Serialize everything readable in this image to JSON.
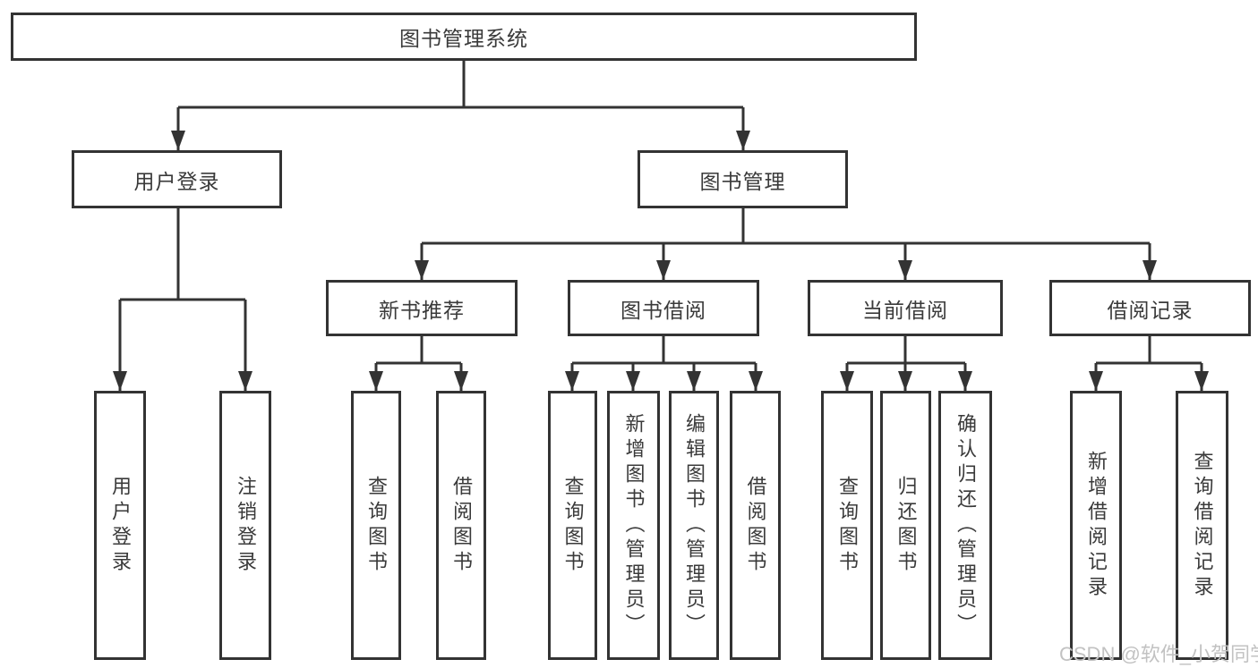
{
  "tree": {
    "root": "图书管理系统",
    "children": [
      {
        "label": "用户登录",
        "children": [
          "用户登录",
          "注销登录"
        ]
      },
      {
        "label": "图书管理",
        "children": [
          {
            "label": "新书推荐",
            "children": [
              "查询图书",
              "借阅图书"
            ]
          },
          {
            "label": "图书借阅",
            "children": [
              "查询图书",
              "新增图书（管理员）",
              "编辑图书（管理员）",
              "借阅图书"
            ]
          },
          {
            "label": "当前借阅",
            "children": [
              "查询图书",
              "归还图书",
              "确认归还（管理员）"
            ]
          },
          {
            "label": "借阅记录",
            "children": [
              "新增借阅记录",
              "查询借阅记录"
            ]
          }
        ]
      }
    ]
  },
  "watermark": {
    "text": "CSDN @软件_小贺同学"
  },
  "colors": {
    "line": "#333333",
    "box-border": "#333333",
    "text": "#3a3a3a",
    "watermark": "#c2c2c2",
    "background": "#ffffff"
  }
}
